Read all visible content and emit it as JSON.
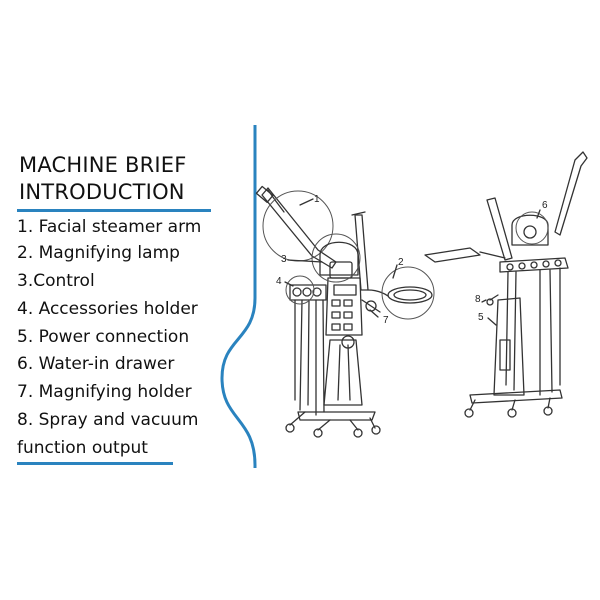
{
  "title": {
    "line1": "MACHINE BRIEF",
    "line2": "INTRODUCTION"
  },
  "items": [
    "1. Facial steamer arm",
    "2. Magnifying lamp",
    "3.Control",
    "4. Accessories holder",
    "5. Power connection",
    "6. Water-in drawer",
    "7. Magnifying holder",
    "8. Spray and vacuum",
    "function output"
  ],
  "callouts_left": [
    "1",
    "2",
    "3",
    "4",
    "7"
  ],
  "callouts_right": [
    "6",
    "8",
    "5"
  ],
  "colors": {
    "accent": "#2a83bf",
    "line": "#333333"
  }
}
